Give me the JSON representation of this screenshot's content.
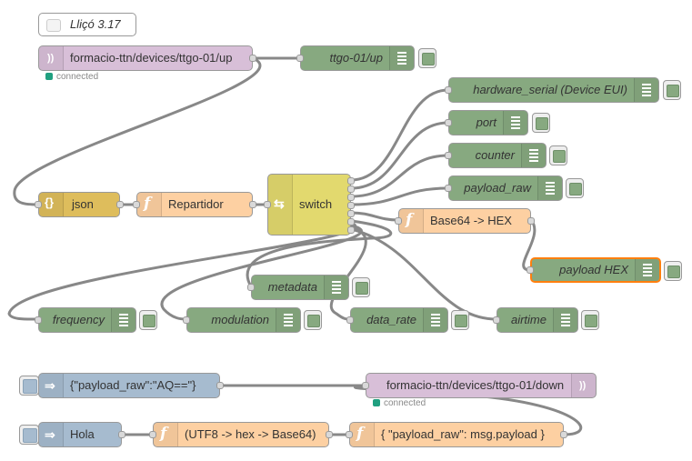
{
  "comment": {
    "label": "Lliçó 3.17"
  },
  "colors": {
    "debug": "#87a980",
    "mqtt": "#d8bfd8",
    "json": "#debd5c",
    "function": "#fdd0a2",
    "switch": "#e2d96e",
    "inject": "#a6bbcf",
    "status_connected": "#20a080",
    "selected_border": "#ff7f0e"
  },
  "nodes": {
    "mqtt_in": {
      "label": "formacio-ttn/devices/ttgo-01/up",
      "icon": "wifi-icon",
      "status": "connected"
    },
    "debug_up": {
      "label": "ttgo-01/up"
    },
    "json": {
      "label": "json"
    },
    "repartidor": {
      "label": "Repartidor"
    },
    "switch": {
      "label": "switch"
    },
    "hardware_serial": {
      "label": "hardware_serial (Device EUI)"
    },
    "port": {
      "label": "port"
    },
    "counter": {
      "label": "counter"
    },
    "payload_raw": {
      "label": "payload_raw"
    },
    "base64_hex": {
      "label": "Base64 -> HEX"
    },
    "payload_hex": {
      "label": "payload HEX"
    },
    "metadata": {
      "label": "metadata"
    },
    "frequency": {
      "label": "frequency"
    },
    "modulation": {
      "label": "modulation"
    },
    "data_rate": {
      "label": "data_rate"
    },
    "airtime": {
      "label": "airtime"
    },
    "inject_aq": {
      "label": "{\"payload_raw\":\"AQ==\"}"
    },
    "mqtt_out": {
      "label": "formacio-ttn/devices/ttgo-01/down",
      "status": "connected"
    },
    "inject_hola": {
      "label": "Hola"
    },
    "utf8_fn": {
      "label": "(UTF8 -> hex -> Base64)"
    },
    "payload_fn": {
      "label": "{ \"payload_raw\": msg.payload }"
    }
  }
}
